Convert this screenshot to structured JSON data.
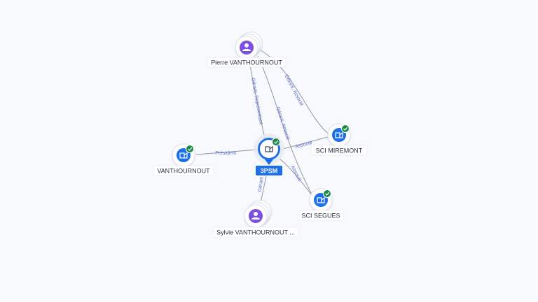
{
  "graph": {
    "nodes": [
      {
        "id": "pierre",
        "type": "person",
        "label": "Pierre VANTHOURNOUT",
        "verified": false
      },
      {
        "id": "sylvie",
        "type": "person",
        "label": "Sylvie VANTHOURNOUT ...",
        "verified": false
      },
      {
        "id": "vanthournout",
        "type": "company",
        "label": "VANTHOURNOUT",
        "verified": true
      },
      {
        "id": "3psm",
        "type": "company-center",
        "label": "3PSM",
        "verified": true
      },
      {
        "id": "scimiremont",
        "type": "company",
        "label": "SCI MIREMONT",
        "verified": true
      },
      {
        "id": "scisegues",
        "type": "company",
        "label": "SCI SEGUES",
        "verified": true
      }
    ],
    "edges": [
      {
        "id": "pierre-3psm",
        "label": "Gérant, Représentant"
      },
      {
        "id": "pierre-scisegues",
        "label": "Gérant, Associé"
      },
      {
        "id": "pierre-scimiremont",
        "label": "Gérant, Associé"
      },
      {
        "id": "3psm-vanthournout",
        "label": "Président"
      },
      {
        "id": "3psm-scimiremont",
        "label": "Associé"
      },
      {
        "id": "3psm-scisegues",
        "label": "Associé"
      },
      {
        "id": "sylvie-3psm",
        "label": "Gérant"
      }
    ]
  },
  "colors": {
    "person": "#7b4fe0",
    "company": "#1c6fe8",
    "verified": "#1b8a4b"
  },
  "icons": {
    "person": "person-icon",
    "company": "building-icon",
    "verified": "check-badge-icon"
  }
}
